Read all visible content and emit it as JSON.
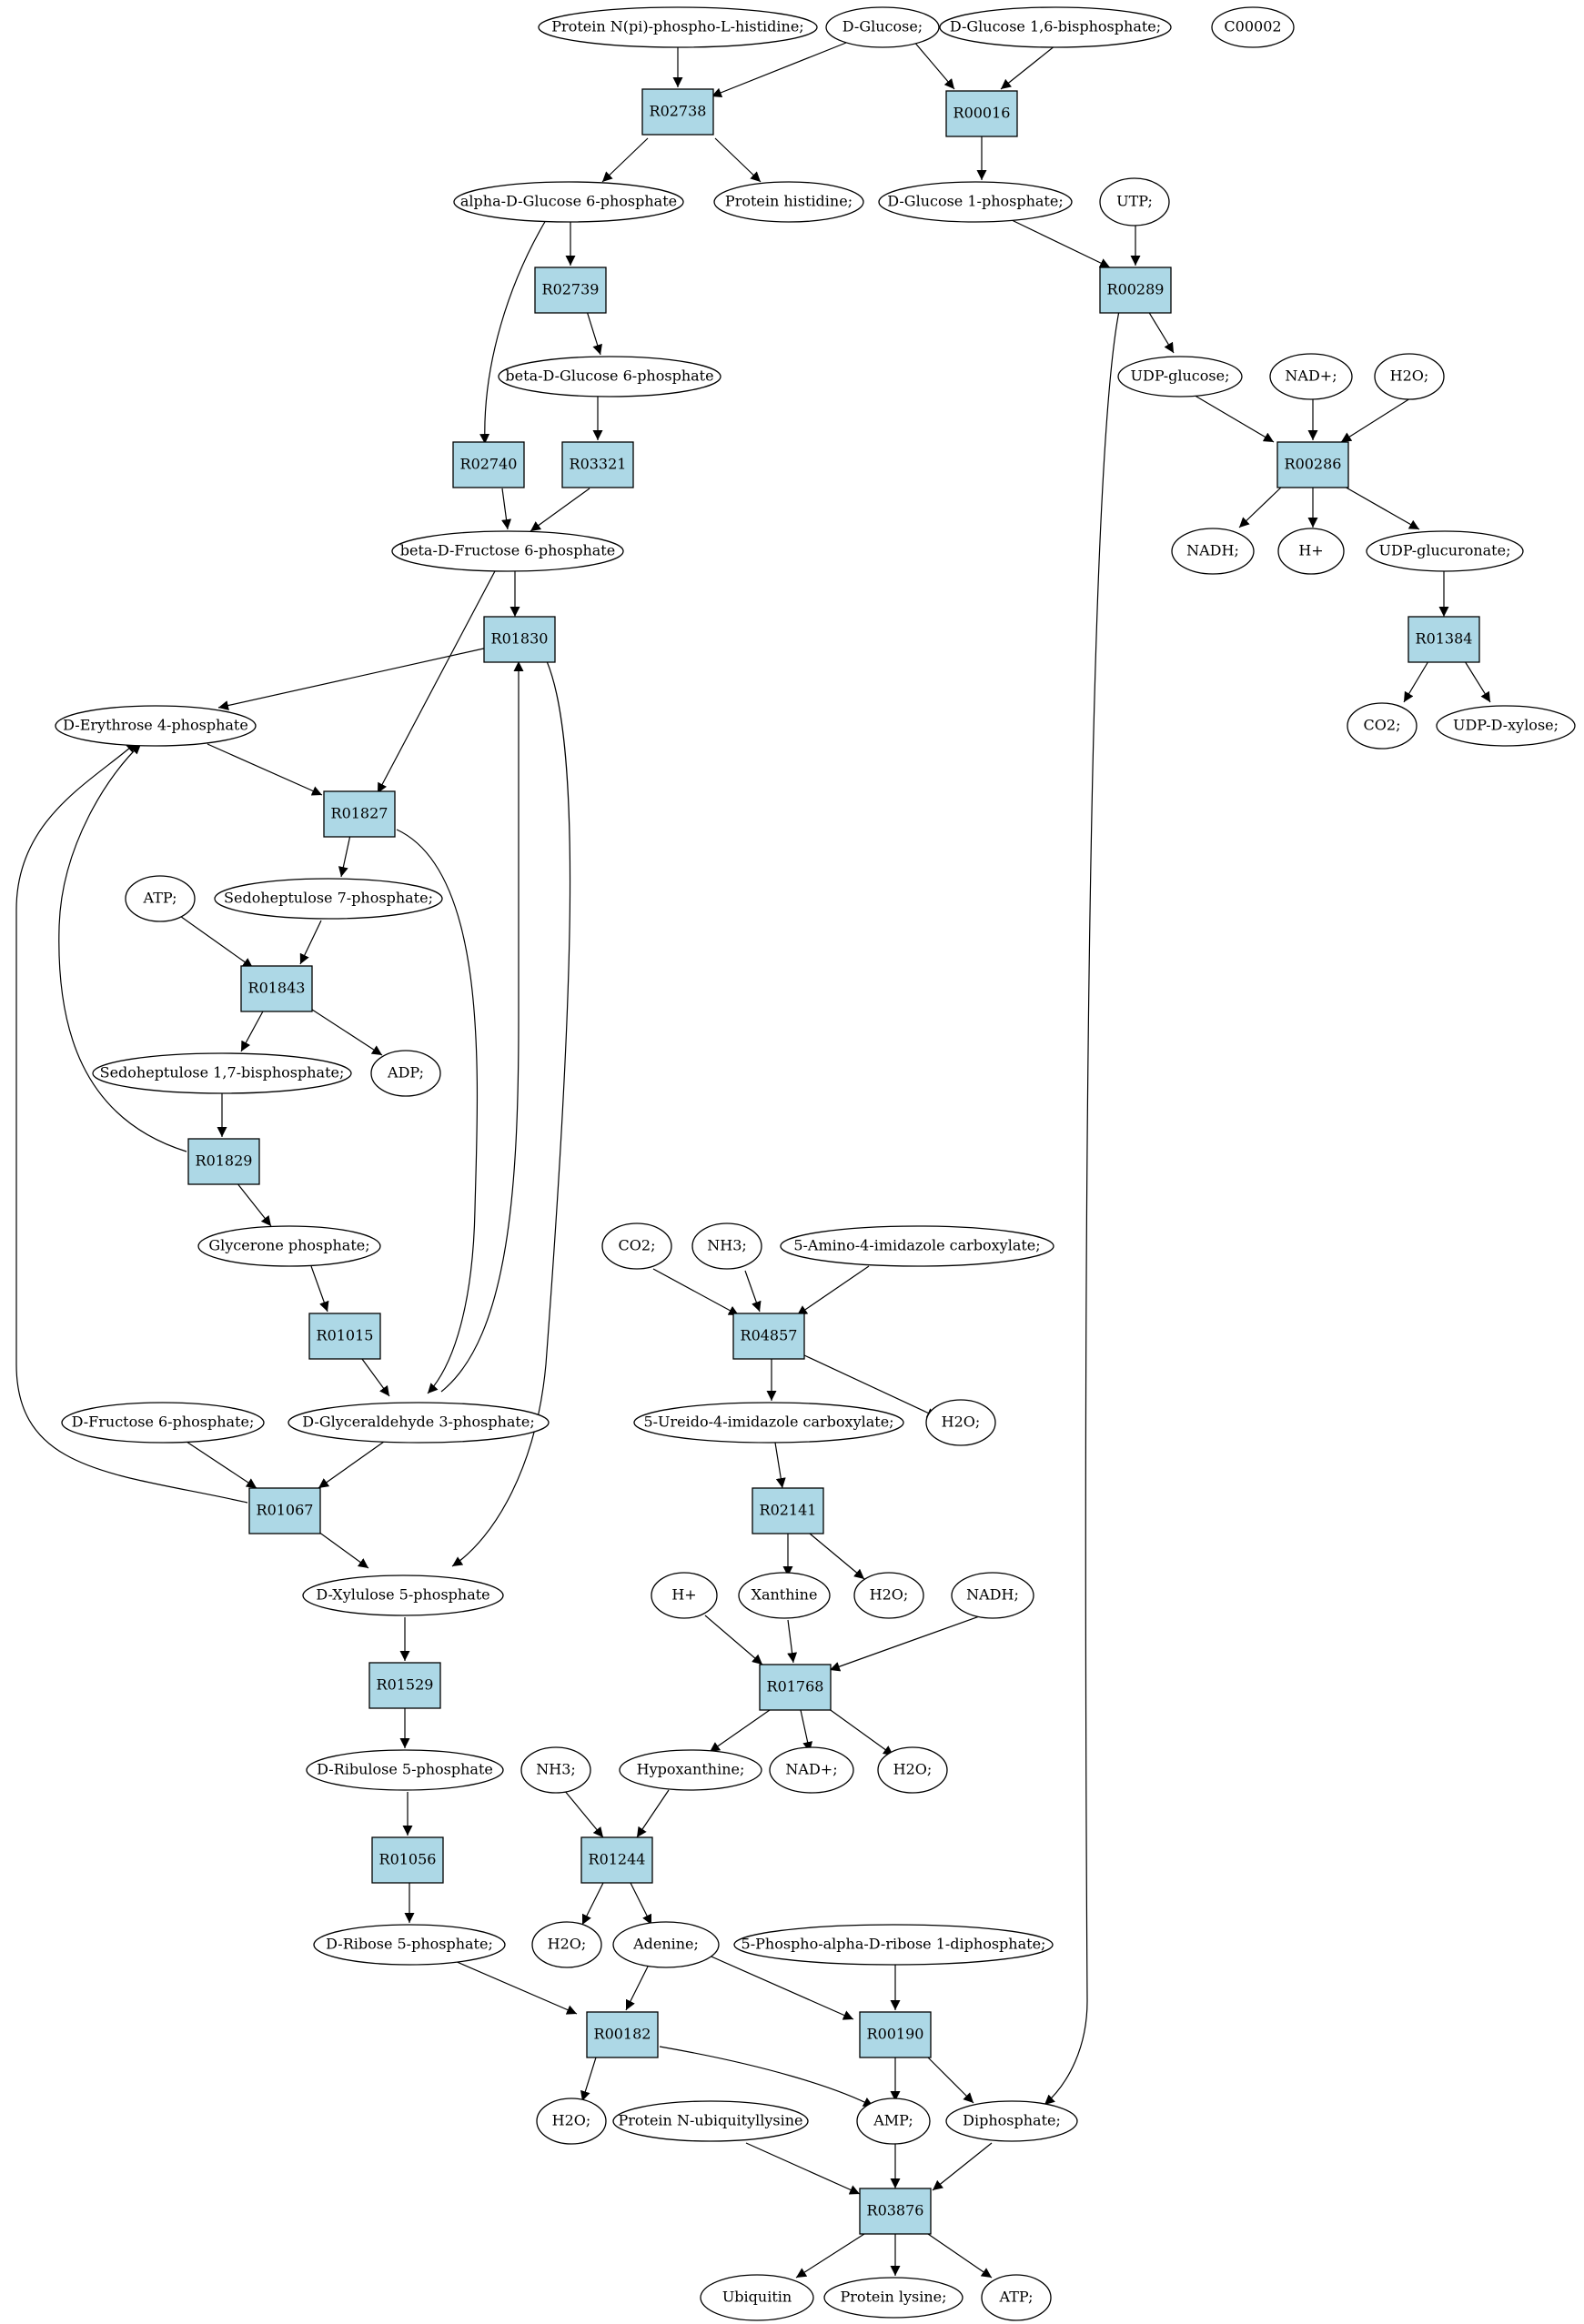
{
  "colors": {
    "reaction": "#add8e6",
    "start_compound": "#00ee00",
    "highlight_compound": "#ffff00",
    "compound": "#ffffff"
  },
  "compounds": {
    "c_npphis": "Protein N(pi)-phospho-L-histidine;",
    "c_glucose": "D-Glucose;",
    "c_g16bp": "D-Glucose 1,6-bisphosphate;",
    "c_c00002": "C00002",
    "c_ag6p": "alpha-D-Glucose 6-phosphate",
    "c_prothis": "Protein histidine;",
    "c_g1p": "D-Glucose 1-phosphate;",
    "c_utp": "UTP;",
    "c_bg6p": "beta-D-Glucose 6-phosphate",
    "c_udpglc": "UDP-glucose;",
    "c_nad1": "NAD+;",
    "c_h2o1": "H2O;",
    "c_bf6p": "beta-D-Fructose 6-phosphate",
    "c_nadh1": "NADH;",
    "c_hp1": "H+",
    "c_udpglcu": "UDP-glucuronate;",
    "c_e4p": "D-Erythrose 4-phosphate",
    "c_co21": "CO2;",
    "c_udpxyl": "UDP-D-xylose;",
    "c_atp1": "ATP;",
    "c_s7p": "Sedoheptulose 7-phosphate;",
    "c_s17bp": "Sedoheptulose 1,7-bisphosphate;",
    "c_adp": "ADP;",
    "c_glycp": "Glycerone phosphate;",
    "c_co22": "CO2;",
    "c_nh31": "NH3;",
    "c_aica": "5-Amino-4-imidazole carboxylate;",
    "c_f6p": "D-Fructose 6-phosphate;",
    "c_g3p": "D-Glyceraldehyde 3-phosphate;",
    "c_uica": "5-Ureido-4-imidazole carboxylate;",
    "c_h2o2": "H2O;",
    "c_x5p": "D-Xylulose 5-phosphate",
    "c_hp2": "H+",
    "c_xan": "Xanthine",
    "c_h2o3": "H2O;",
    "c_nadh2": "NADH;",
    "c_ru5p": "D-Ribulose 5-phosphate",
    "c_nh32": "NH3;",
    "c_hyp": "Hypoxanthine;",
    "c_nad2": "NAD+;",
    "c_h2o4": "H2O;",
    "c_r5p": "D-Ribose 5-phosphate;",
    "c_h2o5": "H2O;",
    "c_ade": "Adenine;",
    "c_prpp": "5-Phospho-alpha-D-ribose 1-diphosphate;",
    "c_h2o6": "H2O;",
    "c_pnub": "Protein N-ubiquityllysine",
    "c_amp": "AMP;",
    "c_ppi": "Diphosphate;",
    "c_ubq": "Ubiquitin",
    "c_plys": "Protein lysine;",
    "c_atp2": "ATP;"
  },
  "reactions": {
    "R02738": "R02738",
    "R00016": "R00016",
    "R02739": "R02739",
    "R00289": "R00289",
    "R02740": "R02740",
    "R03321": "R03321",
    "R00286": "R00286",
    "R01830": "R01830",
    "R01384": "R01384",
    "R01827": "R01827",
    "R01843": "R01843",
    "R01829": "R01829",
    "R01015": "R01015",
    "R04857": "R04857",
    "R01067": "R01067",
    "R02141": "R02141",
    "R01529": "R01529",
    "R01768": "R01768",
    "R01056": "R01056",
    "R01244": "R01244",
    "R00182": "R00182",
    "R00190": "R00190",
    "R03876": "R03876"
  }
}
